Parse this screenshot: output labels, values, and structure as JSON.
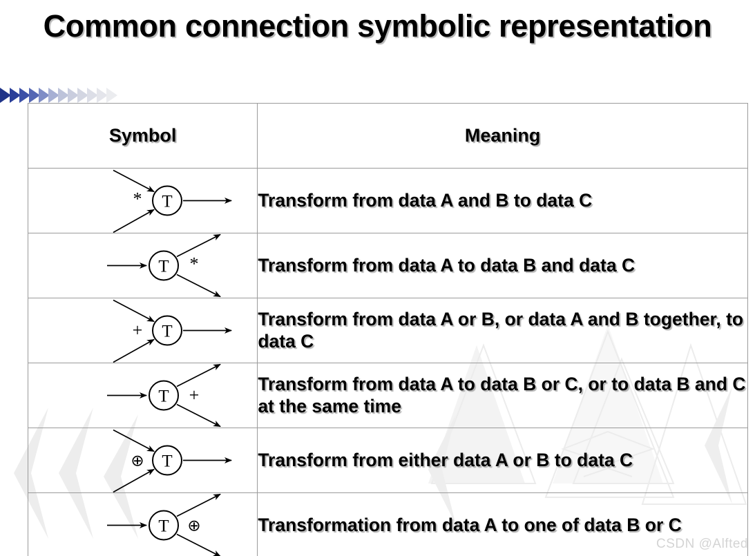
{
  "slide": {
    "title": "Common connection symbolic representation",
    "watermark": "CSDN @Alfted"
  },
  "ribbon": {
    "arrow_colors": [
      "#1f3388",
      "#2b3f99",
      "#3d51a8",
      "#5567b4",
      "#7f8dc6",
      "#a7b0d4",
      "#bdc3da",
      "#c9cdde",
      "#d3d6e2",
      "#dcdee7",
      "#e4e5eb",
      "#ebecef"
    ]
  },
  "table": {
    "headers": {
      "symbol": "Symbol",
      "meaning": "Meaning"
    },
    "rows": [
      {
        "symbol": {
          "node_label": "T",
          "operator": "*",
          "operator_side": "left",
          "inputs": 2,
          "outputs": 1
        },
        "meaning": "Transform from data A and B to data C"
      },
      {
        "symbol": {
          "node_label": "T",
          "operator": "*",
          "operator_side": "right",
          "inputs": 1,
          "outputs": 2
        },
        "meaning": "Transform from data A to data B and data C"
      },
      {
        "symbol": {
          "node_label": "T",
          "operator": "+",
          "operator_side": "left",
          "inputs": 2,
          "outputs": 1
        },
        "meaning": "Transform from data A or B, or data A and B together, to data C"
      },
      {
        "symbol": {
          "node_label": "T",
          "operator": "+",
          "operator_side": "right",
          "inputs": 1,
          "outputs": 2
        },
        "meaning": "Transform from data A to data B or C, or to data B and C at the same time"
      },
      {
        "symbol": {
          "node_label": "T",
          "operator": "⊕",
          "operator_side": "left",
          "inputs": 2,
          "outputs": 1
        },
        "meaning": "Transform from either data A or B to data C"
      },
      {
        "symbol": {
          "node_label": "T",
          "operator": "⊕",
          "operator_side": "right",
          "inputs": 1,
          "outputs": 2
        },
        "meaning": "Transformation from data A to one of data B or C"
      }
    ]
  },
  "colors": {
    "text": "#000000",
    "border": "#9a9a9a",
    "watermark": "#d4d4d4",
    "ribbon_dark": "#1f3388"
  }
}
